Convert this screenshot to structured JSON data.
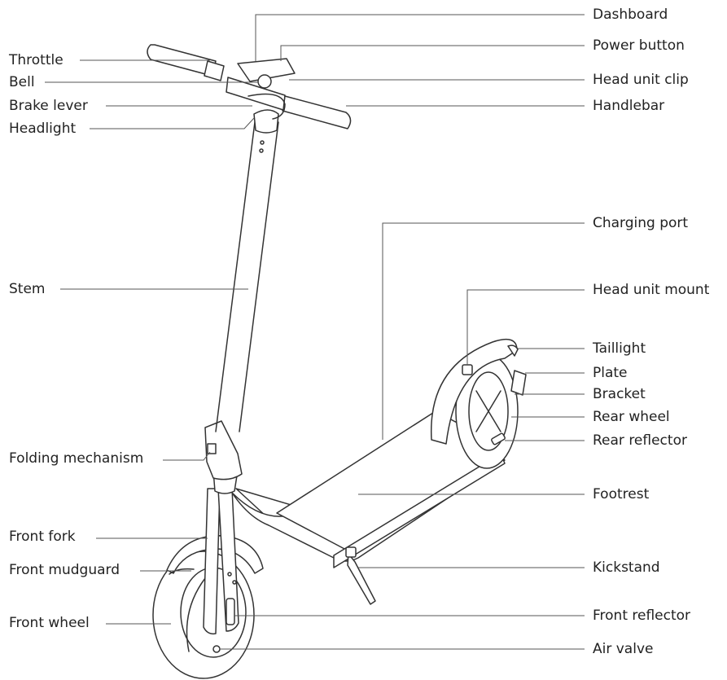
{
  "labels": {
    "dashboard": "Dashboard",
    "power_button": "Power button",
    "head_unit_clip": "Head unit clip",
    "handlebar": "Handlebar",
    "charging_port": "Charging port",
    "head_unit_mount": "Head unit mount",
    "taillight": "Taillight",
    "plate": "Plate",
    "bracket": "Bracket",
    "rear_wheel": "Rear wheel",
    "rear_reflector": "Rear reflector",
    "footrest": "Footrest",
    "kickstand": "Kickstand",
    "front_reflector": "Front reflector",
    "air_valve": "Air valve",
    "throttle": "Throttle",
    "bell": "Bell",
    "brake_lever": "Brake lever",
    "headlight": "Headlight",
    "stem": "Stem",
    "folding_mechanism": "Folding mechanism",
    "front_fork": "Front fork",
    "front_mudguard": "Front mudguard",
    "front_wheel": "Front wheel"
  },
  "colors": {
    "line": "#333333",
    "leader": "#555555",
    "text": "#222222"
  }
}
